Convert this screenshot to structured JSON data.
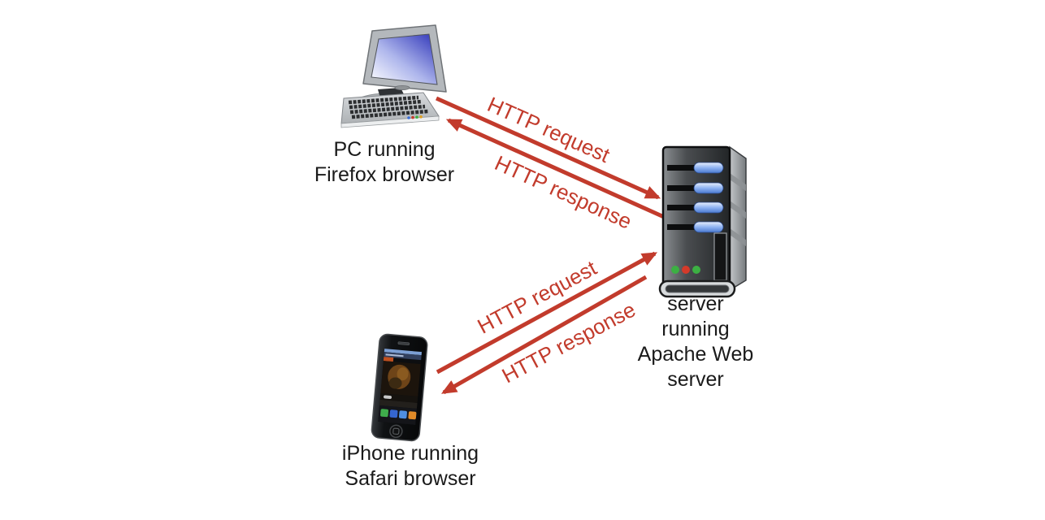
{
  "diagram": {
    "pc": {
      "line1": "PC running",
      "line2": "Firefox browser"
    },
    "server": {
      "line1": "server",
      "line2": "running",
      "line3": "Apache Web",
      "line4": "server"
    },
    "iphone": {
      "line1": "iPhone running",
      "line2": "Safari browser"
    },
    "flows": {
      "pc_request": "HTTP request",
      "pc_response": "HTTP response",
      "iphone_request": "HTTP request",
      "iphone_response": "HTTP response"
    }
  },
  "colors": {
    "arrow_red": "#c23b2c",
    "label_black": "#1a1a1a",
    "background": "#ffffff",
    "screen_blue": "#2d33b8",
    "led_green": "#3cb043",
    "led_red": "#d43a2a",
    "bay_blue": "#4a7ad0"
  }
}
